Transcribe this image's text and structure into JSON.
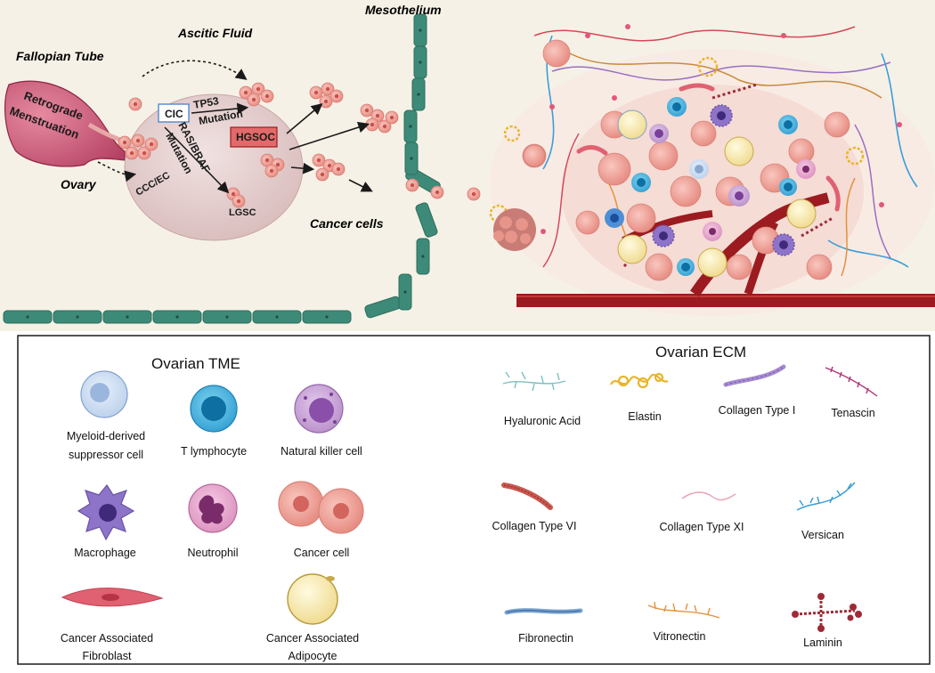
{
  "top": {
    "fallopian_tube": "Fallopian Tube",
    "ascitic_fluid": "Ascitic Fluid",
    "mesothelium": "Mesothelium",
    "retrograde": "Retrograde",
    "menstruation": "Menstruation",
    "ovary": "Ovary",
    "cic": "CIC",
    "tp53": "TP53",
    "mutation_tp53": "Mutation",
    "ras_braf": "RAS/BRAF",
    "mutation_ras": "Mutation",
    "hgsoc": "HGSOC",
    "ccc_ec": "CCC/EC",
    "lgsc": "LGSC",
    "cancer_cells": "Cancer cells"
  },
  "tme": {
    "title": "Ovarian TME",
    "items": [
      {
        "line1": "Myeloid-derived",
        "line2": "suppressor cell",
        "icon": "mdsc-icon"
      },
      {
        "line1": "T lymphocyte",
        "line2": "",
        "icon": "t-lymphocyte-icon"
      },
      {
        "line1": "Natural killer cell",
        "line2": "",
        "icon": "nk-cell-icon"
      },
      {
        "line1": "Macrophage",
        "line2": "",
        "icon": "macrophage-icon"
      },
      {
        "line1": "Neutrophil",
        "line2": "",
        "icon": "neutrophil-icon"
      },
      {
        "line1": "Cancer cell",
        "line2": "",
        "icon": "cancer-cell-icon"
      },
      {
        "line1": "Cancer Associated",
        "line2": "Fibroblast",
        "icon": "fibroblast-icon"
      },
      {
        "line1": "Cancer Associated",
        "line2": "Adipocyte",
        "icon": "adipocyte-icon"
      }
    ]
  },
  "ecm": {
    "title": "Ovarian ECM",
    "items": [
      {
        "label": "Hyaluronic Acid",
        "icon": "hyaluronic-acid-icon"
      },
      {
        "label": "Elastin",
        "icon": "elastin-icon"
      },
      {
        "label": "Collagen Type I",
        "icon": "collagen-type-i-icon"
      },
      {
        "label": "Tenascin",
        "icon": "tenascin-icon"
      },
      {
        "label": "Collagen Type VI",
        "icon": "collagen-type-vi-icon"
      },
      {
        "label": "Collagen Type XI",
        "icon": "collagen-type-xi-icon"
      },
      {
        "label": "Versican",
        "icon": "versican-icon"
      },
      {
        "label": "Fibronectin",
        "icon": "fibronectin-icon"
      },
      {
        "label": "Vitronectin",
        "icon": "vitronectin-icon"
      },
      {
        "label": "Laminin",
        "icon": "laminin-icon"
      }
    ]
  },
  "colors": {
    "background_top": "#f6f1e6",
    "ovary": "#e7d2d2",
    "tube": "#c2486d",
    "cancer_cell": "#f1a7a0",
    "mesothelium": "#3d8a78",
    "hgsoc_box": "#e36a6a",
    "vessel": "#9b1b20"
  }
}
